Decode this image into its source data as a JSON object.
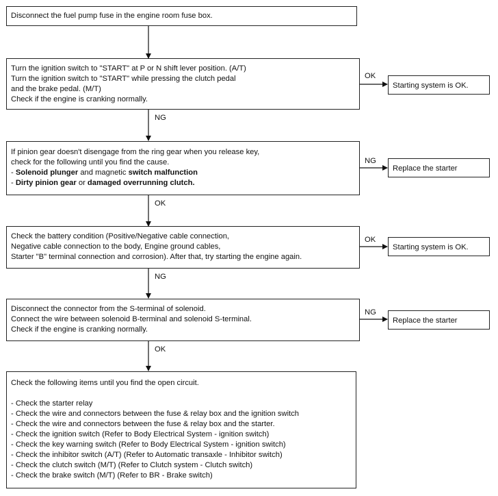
{
  "steps": [
    {
      "lines": [
        [
          {
            "t": "Disconnect the fuel pump fuse in the engine room fuse box."
          }
        ]
      ]
    },
    {
      "lines": [
        [
          {
            "t": "Turn the ignition switch to \"START\" at P or N shift lever position. (A/T)"
          }
        ],
        [
          {
            "t": "Turn the ignition switch to \"START\" while pressing the clutch pedal"
          }
        ],
        [
          {
            "t": "and the brake pedal. (M/T)"
          }
        ],
        [
          {
            "t": "Check if the engine is cranking normally."
          }
        ]
      ]
    },
    {
      "lines": [
        [
          {
            "t": "If pinion gear doesn't disengage from the ring gear when you release key,"
          }
        ],
        [
          {
            "t": "check for the following until you find the cause."
          }
        ],
        [
          {
            "t": "- "
          },
          {
            "t": "Solenoid plunger",
            "b": true
          },
          {
            "t": " and magnetic "
          },
          {
            "t": "switch malfunction",
            "b": true
          }
        ],
        [
          {
            "t": "- "
          },
          {
            "t": "Dirty pinion gear",
            "b": true
          },
          {
            "t": " or "
          },
          {
            "t": "damaged overrunning clutch.",
            "b": true
          }
        ]
      ]
    },
    {
      "lines": [
        [
          {
            "t": "Check the battery condition (Positive/Negative cable connection,"
          }
        ],
        [
          {
            "t": "Negative cable connection to the body, Engine ground cables,"
          }
        ],
        [
          {
            "t": "Starter \"B\" terminal connection and corrosion). After that, try starting the engine again."
          }
        ]
      ]
    },
    {
      "lines": [
        [
          {
            "t": "Disconnect the connector from the S-terminal of solenoid."
          }
        ],
        [
          {
            "t": "Connect the wire between solenoid B-terminal and solenoid S-terminal."
          }
        ],
        [
          {
            "t": "Check if the engine is cranking normally."
          }
        ]
      ]
    },
    {
      "lines": [
        [
          {
            "t": "Check the following items until you find the open circuit."
          }
        ],
        [
          {
            "t": ""
          }
        ],
        [
          {
            "t": "- Check the starter relay"
          }
        ],
        [
          {
            "t": "- Check the wire and connectors between the fuse & relay box and the ignition switch"
          }
        ],
        [
          {
            "t": "- Check the wire and connectors between the fuse & relay box and the starter."
          }
        ],
        [
          {
            "t": "- Check the ignition switch (Refer to Body Electrical System - ignition switch)"
          }
        ],
        [
          {
            "t": "- Check the key warning switch (Refer to Body Electrical System - ignition switch)"
          }
        ],
        [
          {
            "t": "- Check the inhibitor switch (A/T) (Refer to Automatic transaxle - Inhibitor switch)"
          }
        ],
        [
          {
            "t": "- Check the clutch switch (M/T) (Refer to Clutch system - Clutch switch)"
          }
        ],
        [
          {
            "t": "- Check the brake switch (M/T) (Refer to BR - Brake switch)"
          }
        ]
      ]
    }
  ],
  "down_labels": [
    "",
    "NG",
    "OK",
    "NG",
    "OK"
  ],
  "side_results": [
    {
      "label": "OK",
      "text": "Starting system is OK."
    },
    {
      "label": "NG",
      "text": "Replace the starter"
    },
    {
      "label": "OK",
      "text": "Starting system is OK."
    },
    {
      "label": "NG",
      "text": "Replace the starter"
    }
  ]
}
